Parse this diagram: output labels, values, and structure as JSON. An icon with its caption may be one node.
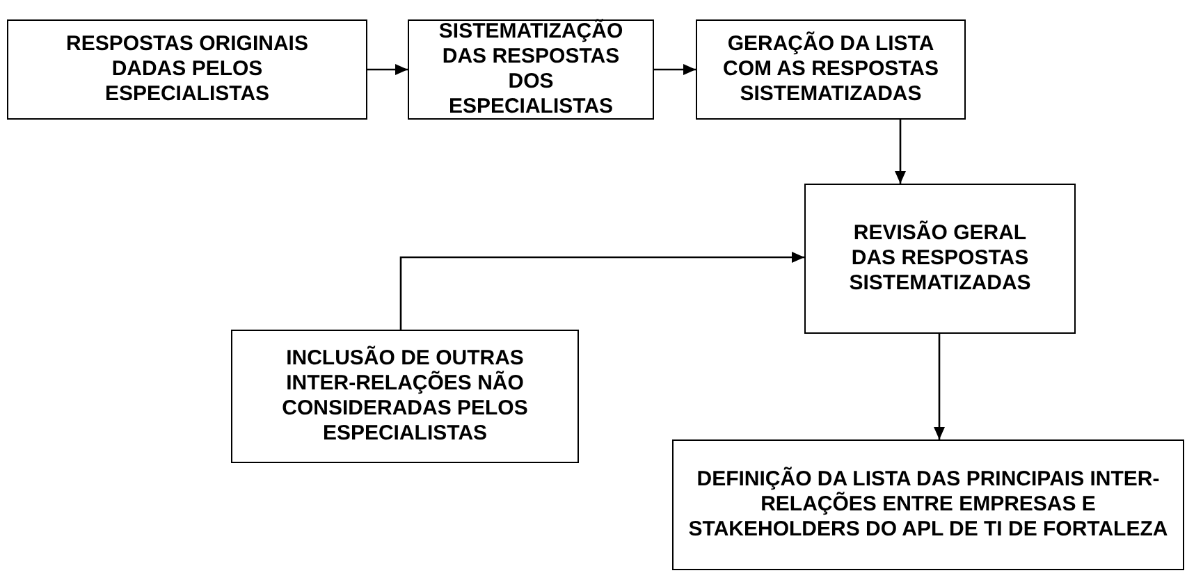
{
  "diagram": {
    "nodes": [
      {
        "text": [
          "RESPOSTAS ORIGINAIS DADAS PELOS ESPECIALISTAS"
        ]
      },
      {
        "text": [
          "SISTEMATIZAÇÃO DAS RESPOSTAS DOS ESPECIALISTAS"
        ]
      },
      {
        "text": [
          "GERAÇÃO DA LISTA COM AS RESPOSTAS SISTEMATIZADAS"
        ]
      },
      {
        "text": [
          "REVISÃO GERAL DAS RESPOSTAS SISTEMATIZADAS"
        ]
      },
      {
        "text": [
          "INCLUSÃO DE OUTRAS INTER-RELAÇÕES NÃO CONSIDERADAS PELOS ESPECIALISTAS"
        ]
      },
      {
        "text": [
          "DEFINIÇÃO DA LISTA DAS PRINCIPAIS INTER-RELAÇÕES ENTRE EMPRESAS E STAKEHOLDERS DO APL DE TI DE FORTALEZA"
        ]
      }
    ],
    "edges": [
      {
        "from": 0,
        "to": 1,
        "arrow": "to"
      },
      {
        "from": 1,
        "to": 2,
        "arrow": "to"
      },
      {
        "from": 2,
        "to": 3,
        "arrow": "to"
      },
      {
        "from": 4,
        "to": 3,
        "arrow": "to"
      },
      {
        "from": 3,
        "to": 5,
        "arrow": "to"
      }
    ]
  }
}
